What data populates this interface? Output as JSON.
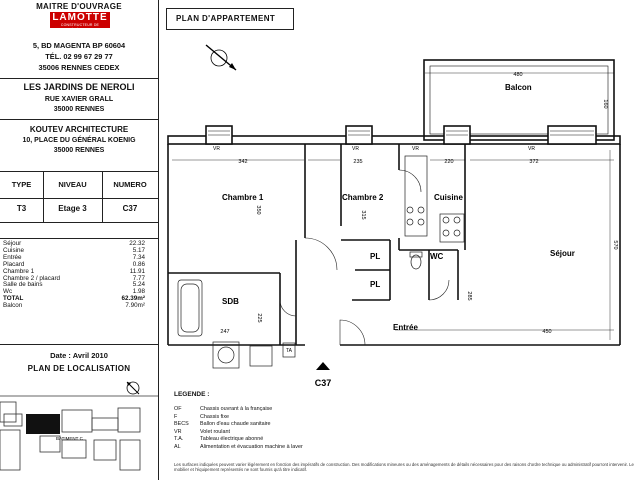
{
  "owner": {
    "title": "MAITRE D'OUVRAGE",
    "logo_name": "LAMOTTE",
    "logo_tagline": "CONSTRUCTEUR DE RÉFÉRENCE",
    "address1": "5, BD MAGENTA BP 60604",
    "phone": "TÉL. 02 99 67 29 77",
    "address2": "35006 RENNES CEDEX"
  },
  "project": {
    "name": "LES JARDINS DE NEROLI",
    "street": "RUE XAVIER GRALL",
    "city": "35000 RENNES"
  },
  "architect": {
    "name": "KOUTEV ARCHITECTURE",
    "address": "10, PLACE DU GÉNÉRAL KOENIG",
    "city": "35000 RENNES"
  },
  "specs": {
    "headers": [
      "TYPE",
      "NIVEAU",
      "NUMERO"
    ],
    "values": [
      "T3",
      "Etage 3",
      "C37"
    ]
  },
  "surfaces": [
    {
      "label": "Séjour",
      "value": "22.32"
    },
    {
      "label": "Cuisine",
      "value": "5.17"
    },
    {
      "label": "Entrée",
      "value": "7.34"
    },
    {
      "label": "Placard",
      "value": "0.86"
    },
    {
      "label": "Chambre 1",
      "value": "11.91"
    },
    {
      "label": "Chambre 2 / placard",
      "value": "7.77"
    },
    {
      "label": "Salle de bains",
      "value": "5.24"
    },
    {
      "label": "Wc",
      "value": "1.98"
    },
    {
      "label": "TOTAL",
      "value": "62.39m²"
    },
    {
      "label": "Balcon",
      "value": "7.90m²"
    }
  ],
  "date": "Date : Avril 2010",
  "location_title": "PLAN DE LOCALISATION",
  "location_map": {
    "building_label": "BATIMENT C"
  },
  "plan": {
    "title": "PLAN D'APPARTEMENT",
    "rooms": {
      "balcon": "Balcon",
      "chambre1": "Chambre 1",
      "chambre2": "Chambre 2",
      "cuisine": "Cuisine",
      "sejour": "Séjour",
      "wc": "WC",
      "sdb": "SDB",
      "entree": "Entrée",
      "placard1": "PL",
      "placard2": "PL",
      "ta": "TA"
    },
    "dims": {
      "balcon_w": "480",
      "balcon_h": "160",
      "ch1_w": "342",
      "ch1_h": "350",
      "ch2_w": "235",
      "ch2_h": "315",
      "cuis_w": "220",
      "sejour_w": "372",
      "sejour_h": "570",
      "sdb_w": "247",
      "sdb_h": "225",
      "entree_w": "450",
      "entree_h": "285"
    },
    "vr_label": "VR",
    "unit_number": "C37"
  },
  "legend": {
    "title": "LEGENDE :",
    "items": [
      {
        "code": "OF",
        "desc": "Chassis ouvrant à la française"
      },
      {
        "code": "F",
        "desc": "Chassis fixe"
      },
      {
        "code": "BECS",
        "desc": "Ballon d'eau chaude sanitaire"
      },
      {
        "code": "VR",
        "desc": "Volet roulant"
      },
      {
        "code": "T.A.",
        "desc": "Tableau électrique abonné"
      },
      {
        "code": "AL",
        "desc": "Alimentation et évacuation machine à laver"
      }
    ],
    "footnote": "Les surfaces indiquées peuvent varier légèrement en fonction des impératifs de construction. Des modifications mineures ou des aménagements de détails nécessaires pour des raisons d'ordre technique ou administratif pourront intervenir. Le mobilier et l'équipement représentés ne sont fournis qu'à titre indicatif."
  },
  "colors": {
    "logo_red": "#cc0000",
    "line": "#222222"
  }
}
